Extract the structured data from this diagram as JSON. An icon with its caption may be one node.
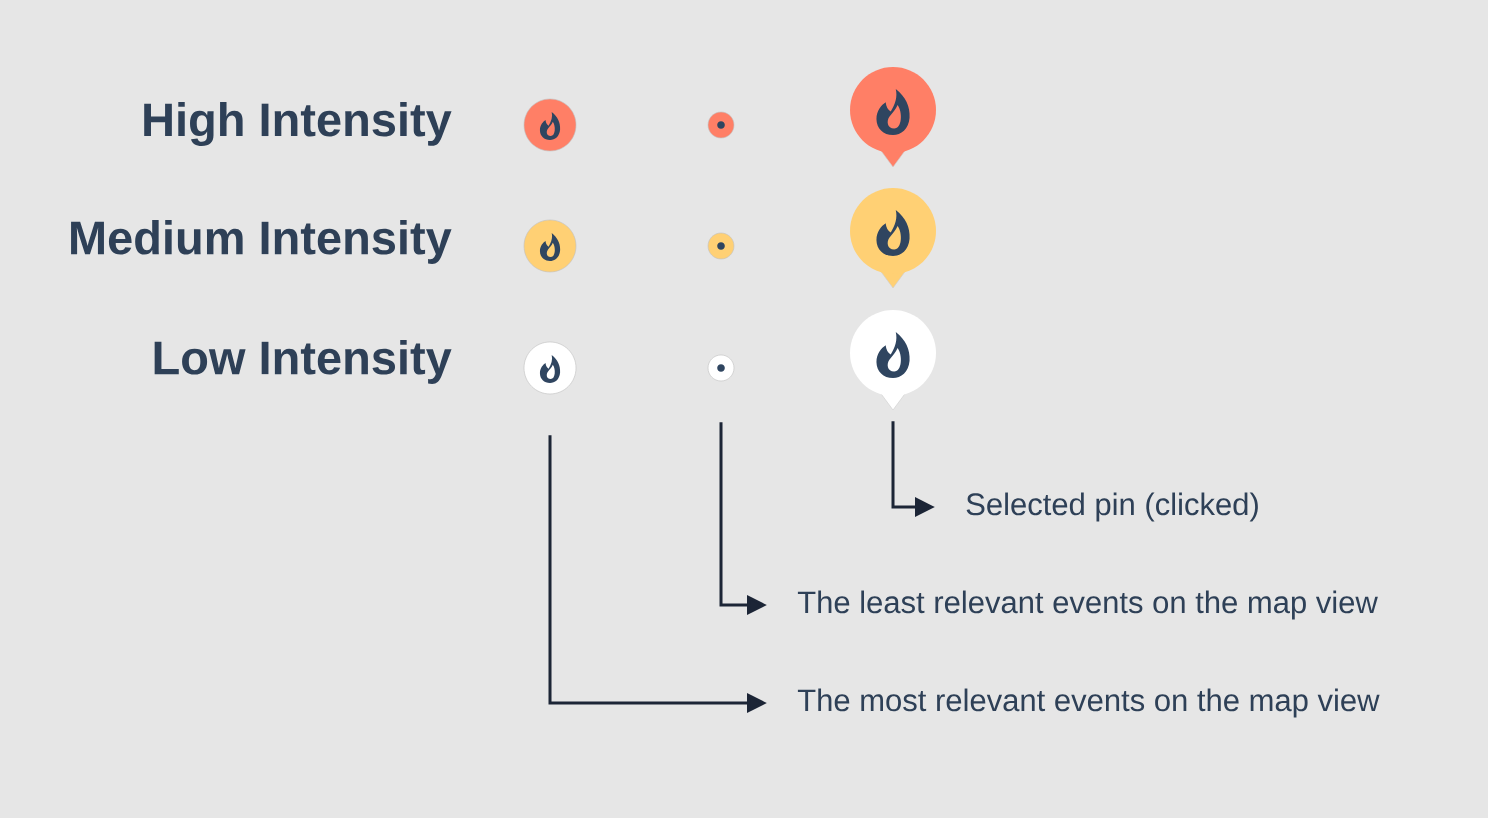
{
  "diagram": {
    "nodes": [
      {
        "text": [],
        "shape": "circle"
      },
      {
        "text": [],
        "shape": "circle"
      },
      {
        "text": [],
        "shape": "pin"
      },
      {
        "text": [],
        "shape": "circle"
      },
      {
        "text": [],
        "shape": "circle"
      },
      {
        "text": [],
        "shape": "pin"
      },
      {
        "text": [],
        "shape": "circle"
      },
      {
        "text": [],
        "shape": "circle"
      },
      {
        "text": [],
        "shape": "pin"
      },
      {
        "text": [
          "Selected pin (clicked)"
        ]
      },
      {
        "text": [
          "The least relevant events on the map view"
        ]
      },
      {
        "text": [
          "The most relevant events on the map view"
        ]
      }
    ],
    "edges": [
      {
        "from": 8,
        "to": 9,
        "arrow": "to"
      },
      {
        "from": 7,
        "to": 10,
        "arrow": "to"
      },
      {
        "from": 6,
        "to": 11,
        "arrow": "to"
      }
    ],
    "labels": [
      "High Intensity",
      "Medium Intensity",
      "Low Intensity"
    ]
  }
}
